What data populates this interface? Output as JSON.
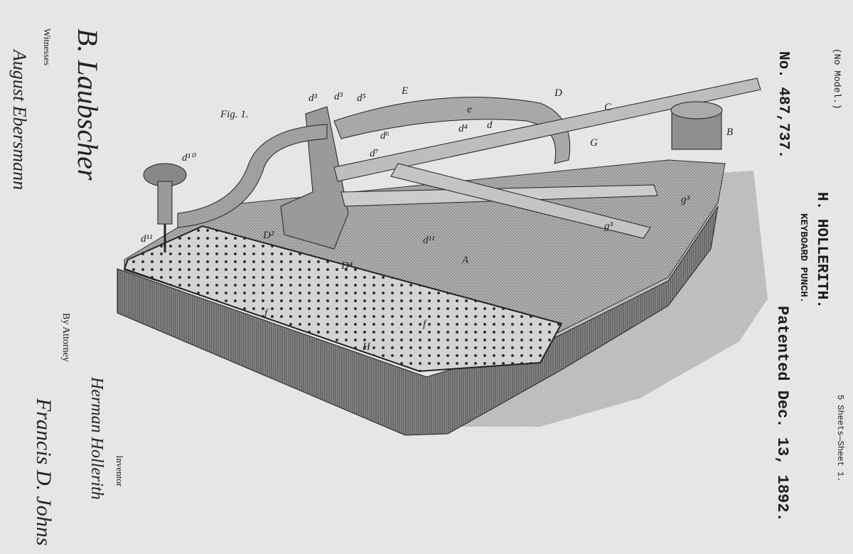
{
  "header": {
    "no_model": "(No Model.)",
    "patent_number": "No. 487,737.",
    "inventor_name": "H. HOLLERITH.",
    "title": "KEYBOARD PUNCH.",
    "patented": "Patented Dec. 13, 1892.",
    "sheets": "5 Sheets—Sheet 1."
  },
  "figure": {
    "caption": "Fig. 1.",
    "labels": [
      "d³",
      "d³",
      "d⁵",
      "E",
      "D",
      "C",
      "B",
      "G",
      "d¹⁰",
      "d¹¹",
      "d⁶",
      "d⁷",
      "d⁴",
      "d",
      "e",
      "D²",
      "D⁴",
      "A",
      "f",
      "f",
      "H",
      "g³",
      "g³",
      "d¹¹"
    ]
  },
  "footer": {
    "witnesses_label": "Witnesses",
    "inventor_label": "Inventor",
    "inventor_signature": "Herman Hollerith",
    "attorney_label": "By Attorney",
    "attorney_signature": "Francis D. Johns",
    "witness_signatures": [
      "B. Laubscher",
      "August Ebersmann"
    ]
  }
}
